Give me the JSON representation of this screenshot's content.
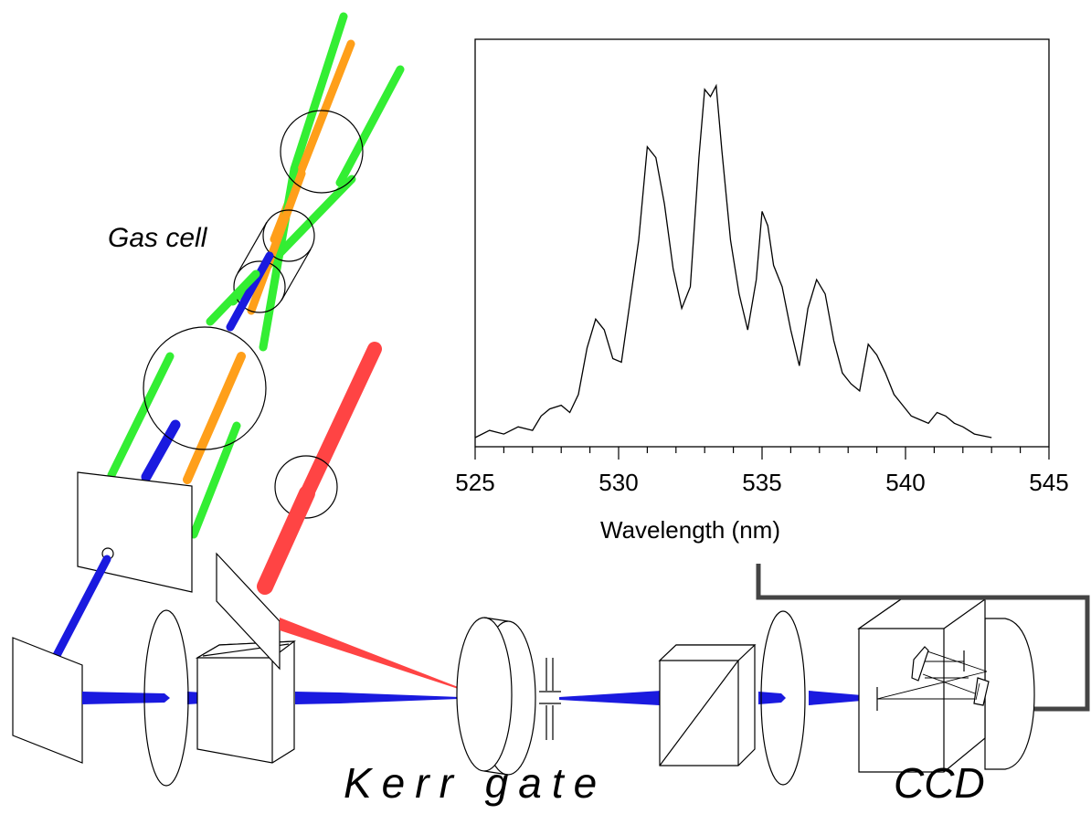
{
  "labels": {
    "gas_cell": "Gas cell",
    "kerr_gate": "Kerr gate",
    "ccd": "CCD"
  },
  "chart_data": {
    "type": "line",
    "title": "",
    "xlabel": "Wavelength (nm)",
    "ylabel": "",
    "xlim": [
      525,
      545
    ],
    "xticks": [
      "525",
      "530",
      "535",
      "540",
      "545"
    ],
    "y_ticks_shown": false,
    "grid": false,
    "legend": "none",
    "series": [
      {
        "x": [
          525.0,
          525.5,
          526.0,
          526.5,
          527.0,
          527.3,
          527.6,
          528.0,
          528.3,
          528.6,
          528.9,
          529.2,
          529.5,
          529.8,
          530.1,
          530.4,
          530.7,
          531.0,
          531.3,
          531.6,
          531.9,
          532.2,
          532.5,
          532.8,
          533.0,
          533.2,
          533.4,
          533.6,
          533.9,
          534.2,
          534.5,
          534.8,
          535.0,
          535.2,
          535.4,
          535.7,
          536.0,
          536.3,
          536.6,
          536.9,
          537.2,
          537.5,
          537.8,
          538.1,
          538.4,
          538.7,
          539.0,
          539.3,
          539.6,
          539.9,
          540.2,
          540.5,
          540.8,
          541.1,
          541.4,
          541.7,
          542.0,
          542.4,
          543.0
        ],
        "y": [
          0.0,
          0.02,
          0.01,
          0.03,
          0.02,
          0.06,
          0.08,
          0.09,
          0.07,
          0.12,
          0.25,
          0.33,
          0.3,
          0.22,
          0.21,
          0.38,
          0.55,
          0.81,
          0.78,
          0.65,
          0.47,
          0.36,
          0.42,
          0.78,
          0.97,
          0.95,
          0.98,
          0.8,
          0.55,
          0.4,
          0.3,
          0.44,
          0.63,
          0.59,
          0.48,
          0.42,
          0.3,
          0.2,
          0.36,
          0.44,
          0.4,
          0.27,
          0.18,
          0.15,
          0.13,
          0.26,
          0.23,
          0.18,
          0.12,
          0.09,
          0.06,
          0.05,
          0.04,
          0.07,
          0.06,
          0.04,
          0.03,
          0.01,
          0.0
        ]
      }
    ]
  }
}
